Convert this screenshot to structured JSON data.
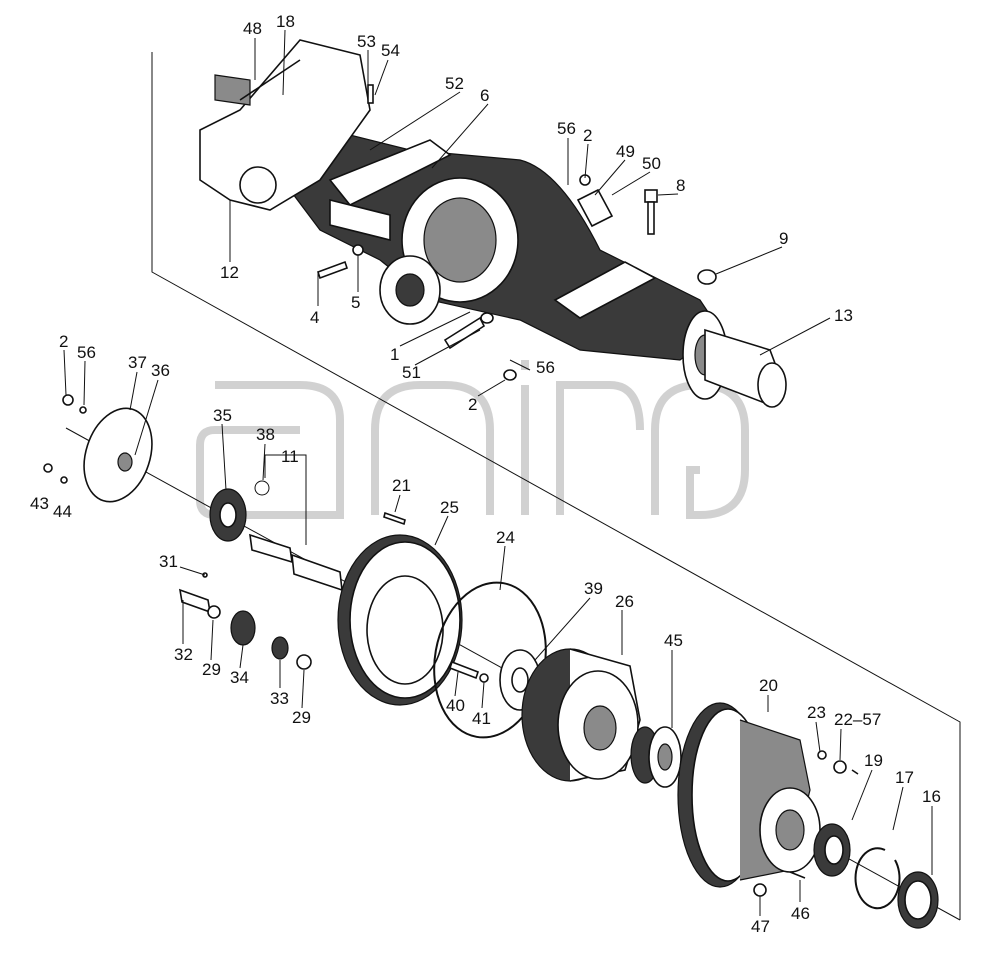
{
  "diagram": {
    "labels": [
      {
        "id": "p48",
        "text": "48"
      },
      {
        "id": "p18",
        "text": "18"
      },
      {
        "id": "p53",
        "text": "53"
      },
      {
        "id": "p54",
        "text": "54"
      },
      {
        "id": "p52",
        "text": "52"
      },
      {
        "id": "p6",
        "text": "6"
      },
      {
        "id": "p56a",
        "text": "56"
      },
      {
        "id": "p2a",
        "text": "2"
      },
      {
        "id": "p49",
        "text": "49"
      },
      {
        "id": "p50",
        "text": "50"
      },
      {
        "id": "p8",
        "text": "8"
      },
      {
        "id": "p9",
        "text": "9"
      },
      {
        "id": "p13",
        "text": "13"
      },
      {
        "id": "p12",
        "text": "12"
      },
      {
        "id": "p4",
        "text": "4"
      },
      {
        "id": "p5",
        "text": "5"
      },
      {
        "id": "p1",
        "text": "1"
      },
      {
        "id": "p51",
        "text": "51"
      },
      {
        "id": "p56b",
        "text": "56"
      },
      {
        "id": "p2b",
        "text": "2"
      },
      {
        "id": "p2c",
        "text": "2"
      },
      {
        "id": "p56c",
        "text": "56"
      },
      {
        "id": "p37",
        "text": "37"
      },
      {
        "id": "p36",
        "text": "36"
      },
      {
        "id": "p35",
        "text": "35"
      },
      {
        "id": "p38",
        "text": "38"
      },
      {
        "id": "p11",
        "text": "11"
      },
      {
        "id": "p43",
        "text": "43"
      },
      {
        "id": "p44",
        "text": "44"
      },
      {
        "id": "p21",
        "text": "21"
      },
      {
        "id": "p25",
        "text": "25"
      },
      {
        "id": "p24",
        "text": "24"
      },
      {
        "id": "p31",
        "text": "31"
      },
      {
        "id": "p39",
        "text": "39"
      },
      {
        "id": "p26",
        "text": "26"
      },
      {
        "id": "p45",
        "text": "45"
      },
      {
        "id": "p32",
        "text": "32"
      },
      {
        "id": "p29a",
        "text": "29"
      },
      {
        "id": "p34",
        "text": "34"
      },
      {
        "id": "p33",
        "text": "33"
      },
      {
        "id": "p29b",
        "text": "29"
      },
      {
        "id": "p40",
        "text": "40"
      },
      {
        "id": "p41",
        "text": "41"
      },
      {
        "id": "p20",
        "text": "20"
      },
      {
        "id": "p23",
        "text": "23"
      },
      {
        "id": "p22_57",
        "text": "22–57"
      },
      {
        "id": "p19",
        "text": "19"
      },
      {
        "id": "p17",
        "text": "17"
      },
      {
        "id": "p16",
        "text": "16"
      },
      {
        "id": "p47",
        "text": "47"
      },
      {
        "id": "p46",
        "text": "46"
      }
    ]
  },
  "colors": {
    "ink": "#111111",
    "watermark": "#9a9a9a"
  }
}
